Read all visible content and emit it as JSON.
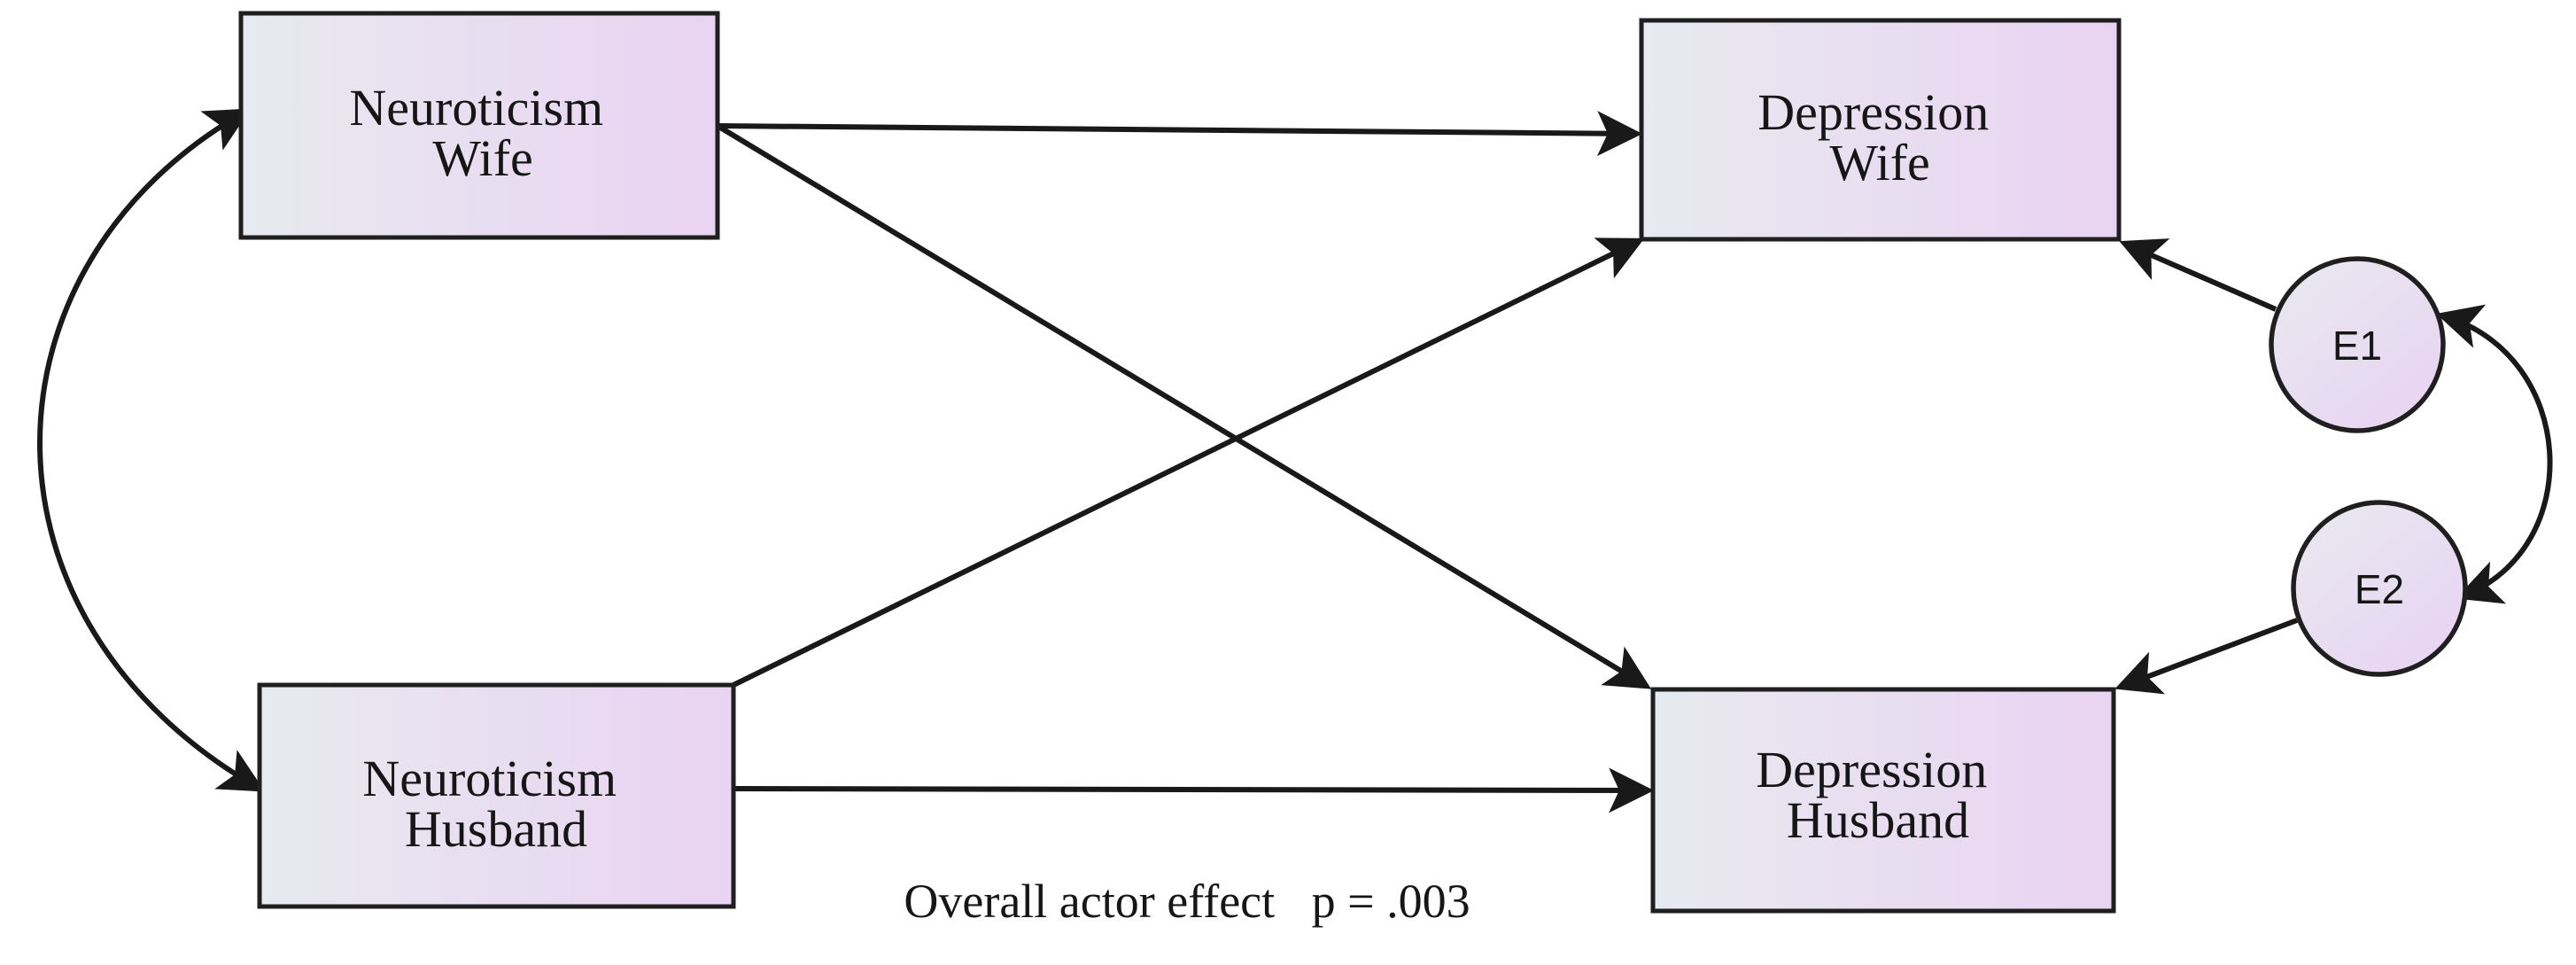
{
  "diagram_type": "structural-equation-path-model",
  "colors": {
    "background": "#ffffff",
    "node_fill_left": "#e7eaf0",
    "node_fill_mid": "#e9ddf1",
    "node_fill_right": "#e9d3f2",
    "node_border": "#1f1f1f",
    "arrow": "#191919",
    "text": "#161616"
  },
  "nodes": {
    "neuroticism_wife": {
      "line1": "Neuroticism",
      "line2": "Wife"
    },
    "neuroticism_husband": {
      "line1": "Neuroticism",
      "line2": "Husband"
    },
    "depression_wife": {
      "line1": "Depression",
      "line2": "Wife"
    },
    "depression_husband": {
      "line1": "Depression",
      "line2": "Husband"
    },
    "error_1": {
      "label": "E1"
    },
    "error_2": {
      "label": "E2"
    }
  },
  "caption": {
    "text": "Overall actor effect",
    "p_value": "p = .003"
  }
}
